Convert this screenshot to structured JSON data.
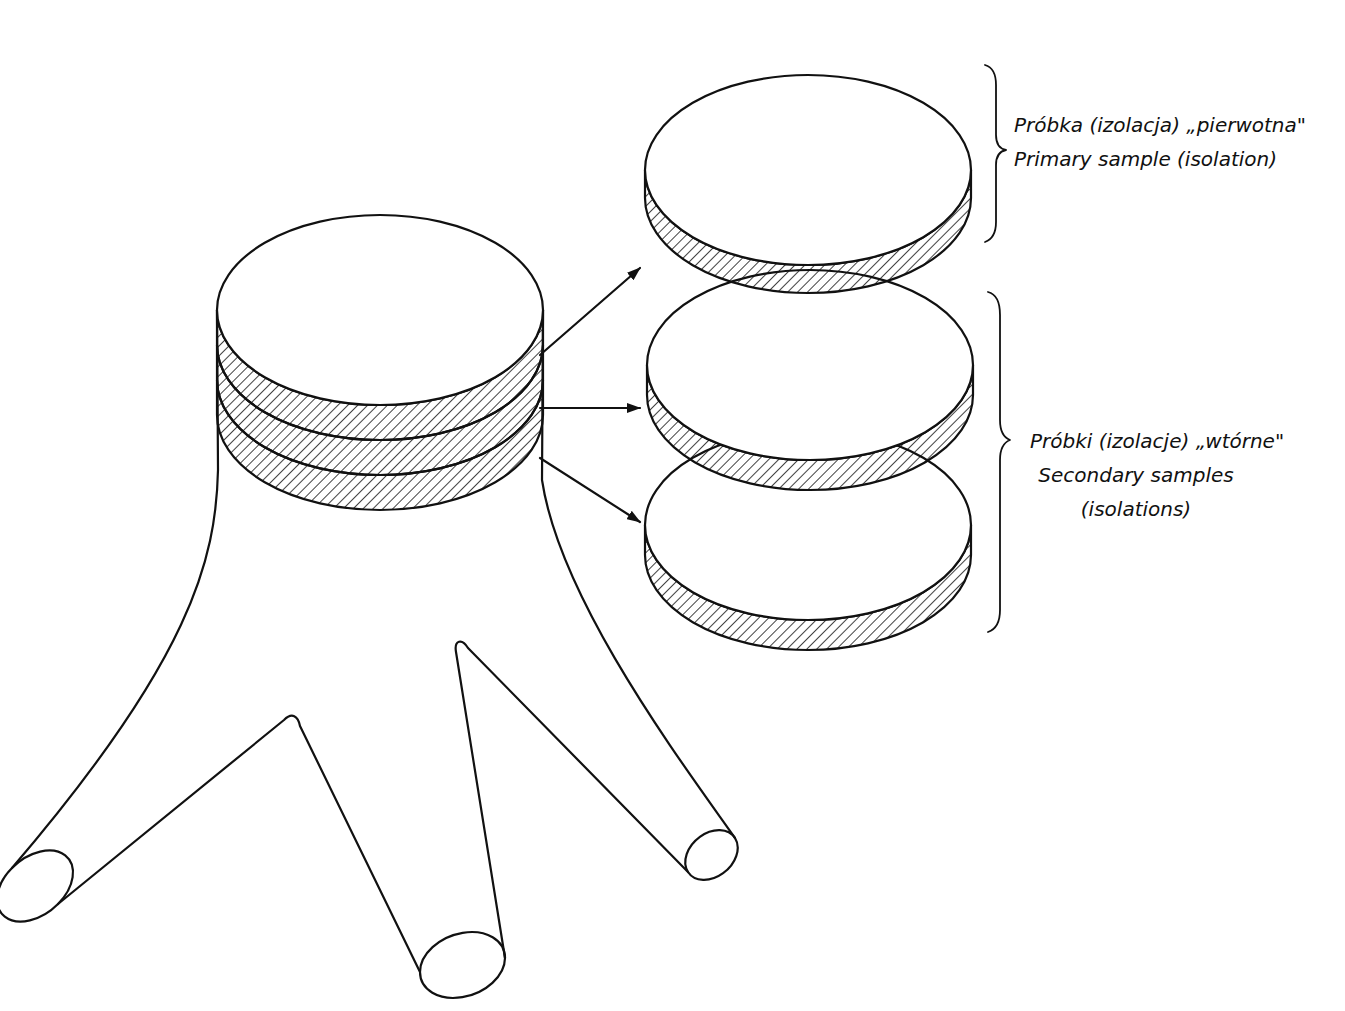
{
  "diagram": {
    "labels": [
      "Próbka (izolacja) „pierwotna\"",
      "Primary sample (isolation)",
      "Próbki (izolacje) „wtórne\"",
      "Secondary samples (isolations)"
    ]
  }
}
